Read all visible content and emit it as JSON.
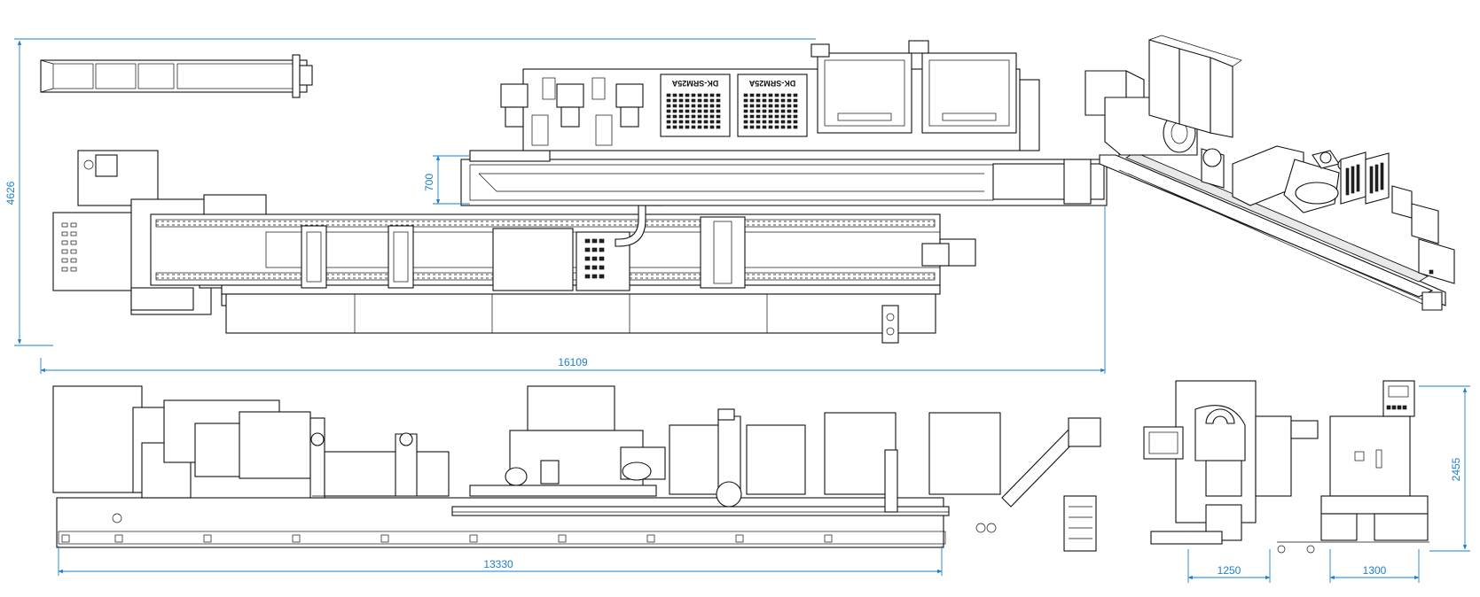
{
  "dimensions": {
    "overall_height": "4626",
    "overall_length": "16109",
    "tank_offset": "700",
    "bed_length": "13330",
    "machine_height": "2455",
    "side_width_left": "1250",
    "side_width_right": "1300"
  },
  "panel_labels": {
    "panel_1": "DK-SRM25A",
    "panel_2": "DK-SRM25A"
  },
  "colors": {
    "dimension": "#1a7fd0",
    "line": "#111111",
    "background": "#ffffff"
  }
}
